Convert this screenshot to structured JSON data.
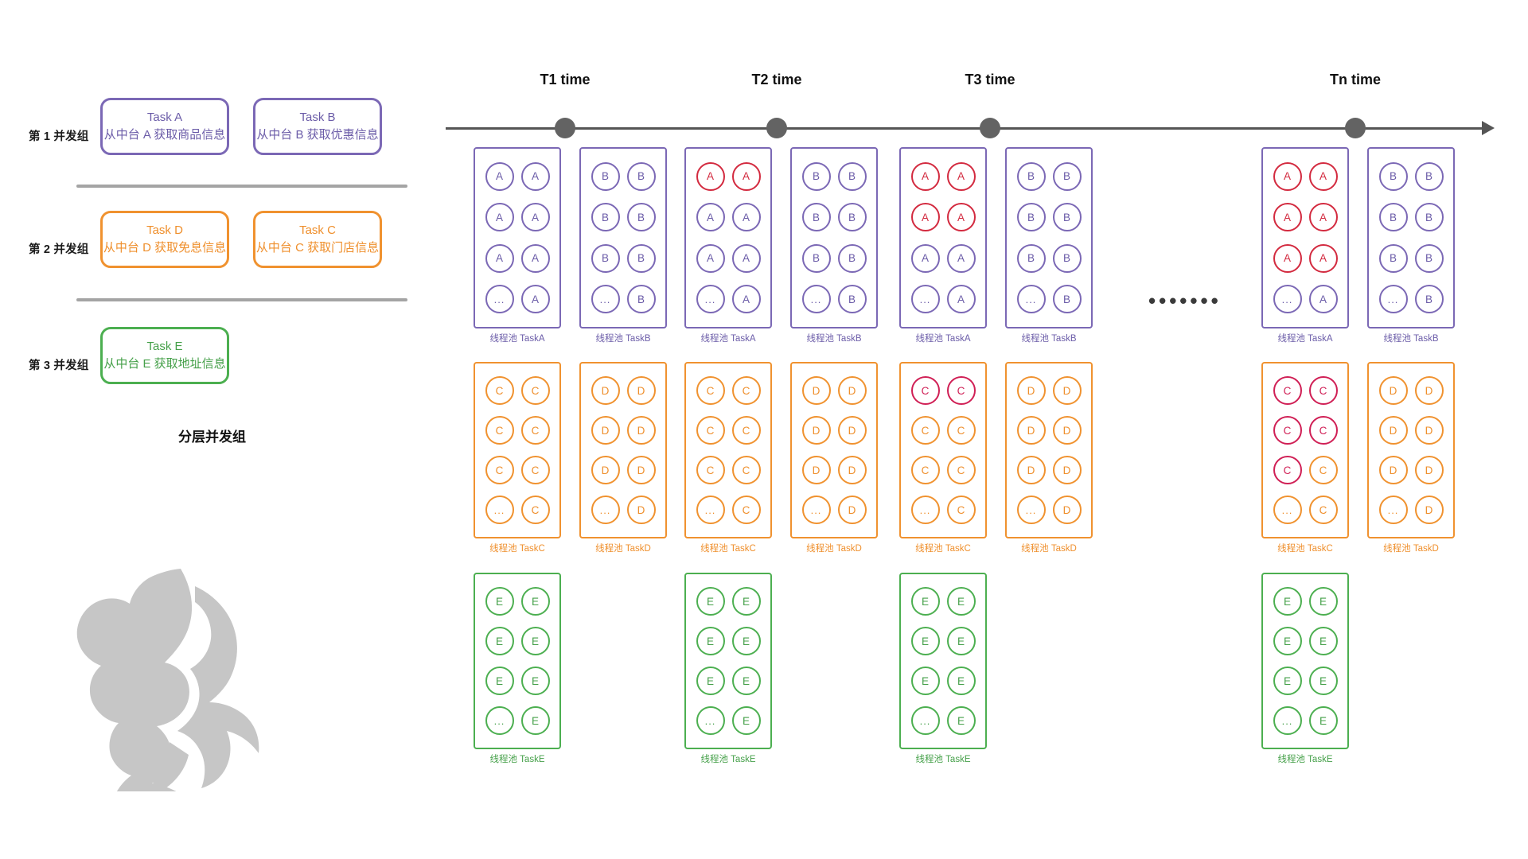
{
  "left": {
    "caption": "分层并发组",
    "groups": [
      {
        "label": "第 1 并发组",
        "color": "#7b68b5",
        "tasks": [
          {
            "title": "Task A",
            "desc": "从中台 A 获取商品信息"
          },
          {
            "title": "Task B",
            "desc": "从中台 B 获取优惠信息"
          }
        ]
      },
      {
        "label": "第 2 并发组",
        "color": "#f0922f",
        "tasks": [
          {
            "title": "Task D",
            "desc": "从中台 D 获取免息信息"
          },
          {
            "title": "Task C",
            "desc": "从中台 C 获取门店信息"
          }
        ]
      },
      {
        "label": "第 3 并发组",
        "color": "#4caf50",
        "tasks": [
          {
            "title": "Task E",
            "desc": "从中台 E 获取地址信息"
          }
        ]
      }
    ],
    "logo_name": "phoenix-logo"
  },
  "timeline": {
    "ticks": [
      {
        "label": "T1 time"
      },
      {
        "label": "T2 time"
      },
      {
        "label": "T3 time"
      },
      {
        "label": "Tn time"
      }
    ],
    "gap_ellipsis": "•••••••"
  },
  "pool_grid": {
    "label_prefix": "线程池",
    "columns": [
      {
        "time": "T1 time",
        "pools": [
          {
            "label": "线程池 TaskA",
            "letter": "A",
            "color": "purple",
            "cells": [
              "A",
              "A",
              "A",
              "A",
              "A",
              "A",
              "…",
              "A"
            ],
            "active": [
              false,
              false,
              false,
              false,
              false,
              false,
              false,
              false
            ]
          },
          {
            "label": "线程池 TaskB",
            "letter": "B",
            "color": "purple",
            "cells": [
              "B",
              "B",
              "B",
              "B",
              "B",
              "B",
              "…",
              "B"
            ],
            "active": [
              false,
              false,
              false,
              false,
              false,
              false,
              false,
              false
            ]
          },
          {
            "label": "线程池 TaskC",
            "letter": "C",
            "color": "orange",
            "cells": [
              "C",
              "C",
              "C",
              "C",
              "C",
              "C",
              "…",
              "C"
            ],
            "active": [
              false,
              false,
              false,
              false,
              false,
              false,
              false,
              false
            ]
          },
          {
            "label": "线程池 TaskD",
            "letter": "D",
            "color": "orange",
            "cells": [
              "D",
              "D",
              "D",
              "D",
              "D",
              "D",
              "…",
              "D"
            ],
            "active": [
              false,
              false,
              false,
              false,
              false,
              false,
              false,
              false
            ]
          },
          {
            "label": "线程池 TaskE",
            "letter": "E",
            "color": "green",
            "cells": [
              "E",
              "E",
              "E",
              "E",
              "E",
              "E",
              "…",
              "E"
            ],
            "active": [
              false,
              false,
              false,
              false,
              false,
              false,
              false,
              false
            ]
          }
        ]
      },
      {
        "time": "T2 time",
        "pools": [
          {
            "label": "线程池 TaskA",
            "letter": "A",
            "color": "purple",
            "cells": [
              "A",
              "A",
              "A",
              "A",
              "A",
              "A",
              "…",
              "A"
            ],
            "active": [
              true,
              true,
              false,
              false,
              false,
              false,
              false,
              false
            ]
          },
          {
            "label": "线程池 TaskB",
            "letter": "B",
            "color": "purple",
            "cells": [
              "B",
              "B",
              "B",
              "B",
              "B",
              "B",
              "…",
              "B"
            ],
            "active": [
              false,
              false,
              false,
              false,
              false,
              false,
              false,
              false
            ]
          },
          {
            "label": "线程池 TaskC",
            "letter": "C",
            "color": "orange",
            "cells": [
              "C",
              "C",
              "C",
              "C",
              "C",
              "C",
              "…",
              "C"
            ],
            "active": [
              false,
              false,
              false,
              false,
              false,
              false,
              false,
              false
            ]
          },
          {
            "label": "线程池 TaskD",
            "letter": "D",
            "color": "orange",
            "cells": [
              "D",
              "D",
              "D",
              "D",
              "D",
              "D",
              "…",
              "D"
            ],
            "active": [
              false,
              false,
              false,
              false,
              false,
              false,
              false,
              false
            ]
          },
          {
            "label": "线程池 TaskE",
            "letter": "E",
            "color": "green",
            "cells": [
              "E",
              "E",
              "E",
              "E",
              "E",
              "E",
              "…",
              "E"
            ],
            "active": [
              false,
              false,
              false,
              false,
              false,
              false,
              false,
              false
            ]
          }
        ]
      },
      {
        "time": "T3 time",
        "pools": [
          {
            "label": "线程池 TaskA",
            "letter": "A",
            "color": "purple",
            "cells": [
              "A",
              "A",
              "A",
              "A",
              "A",
              "A",
              "…",
              "A"
            ],
            "active": [
              true,
              true,
              true,
              true,
              false,
              false,
              false,
              false
            ]
          },
          {
            "label": "线程池 TaskB",
            "letter": "B",
            "color": "purple",
            "cells": [
              "B",
              "B",
              "B",
              "B",
              "B",
              "B",
              "…",
              "B"
            ],
            "active": [
              false,
              false,
              false,
              false,
              false,
              false,
              false,
              false
            ]
          },
          {
            "label": "线程池 TaskC",
            "letter": "C",
            "color": "orange",
            "cells": [
              "C",
              "C",
              "C",
              "C",
              "C",
              "C",
              "…",
              "C"
            ],
            "active": [
              true,
              true,
              false,
              false,
              false,
              false,
              false,
              false
            ]
          },
          {
            "label": "线程池 TaskD",
            "letter": "D",
            "color": "orange",
            "cells": [
              "D",
              "D",
              "D",
              "D",
              "D",
              "D",
              "…",
              "D"
            ],
            "active": [
              false,
              false,
              false,
              false,
              false,
              false,
              false,
              false
            ]
          },
          {
            "label": "线程池 TaskE",
            "letter": "E",
            "color": "green",
            "cells": [
              "E",
              "E",
              "E",
              "E",
              "E",
              "E",
              "…",
              "E"
            ],
            "active": [
              false,
              false,
              false,
              false,
              false,
              false,
              false,
              false
            ]
          }
        ]
      },
      {
        "time": "Tn time",
        "pools": [
          {
            "label": "线程池 TaskA",
            "letter": "A",
            "color": "purple",
            "cells": [
              "A",
              "A",
              "A",
              "A",
              "A",
              "A",
              "…",
              "A"
            ],
            "active": [
              true,
              true,
              true,
              true,
              true,
              true,
              false,
              false
            ]
          },
          {
            "label": "线程池 TaskB",
            "letter": "B",
            "color": "purple",
            "cells": [
              "B",
              "B",
              "B",
              "B",
              "B",
              "B",
              "…",
              "B"
            ],
            "active": [
              false,
              false,
              false,
              false,
              false,
              false,
              false,
              false
            ]
          },
          {
            "label": "线程池 TaskC",
            "letter": "C",
            "color": "orange",
            "cells": [
              "C",
              "C",
              "C",
              "C",
              "C",
              "C",
              "…",
              "C"
            ],
            "active": [
              true,
              true,
              true,
              true,
              true,
              false,
              false,
              false
            ]
          },
          {
            "label": "线程池 TaskD",
            "letter": "D",
            "color": "orange",
            "cells": [
              "D",
              "D",
              "D",
              "D",
              "D",
              "D",
              "…",
              "D"
            ],
            "active": [
              false,
              false,
              false,
              false,
              false,
              false,
              false,
              false
            ]
          },
          {
            "label": "线程池 TaskE",
            "letter": "E",
            "color": "green",
            "cells": [
              "E",
              "E",
              "E",
              "E",
              "E",
              "E",
              "…",
              "E"
            ],
            "active": [
              false,
              false,
              false,
              false,
              false,
              false,
              false,
              false
            ]
          }
        ]
      }
    ]
  },
  "colors": {
    "purple": "#7b68b5",
    "orange": "#f0922f",
    "green": "#4caf50",
    "red": "#d32a3f",
    "red_orange": "#d01f55",
    "gray": "#9a9a9a",
    "axis": "#555555"
  }
}
